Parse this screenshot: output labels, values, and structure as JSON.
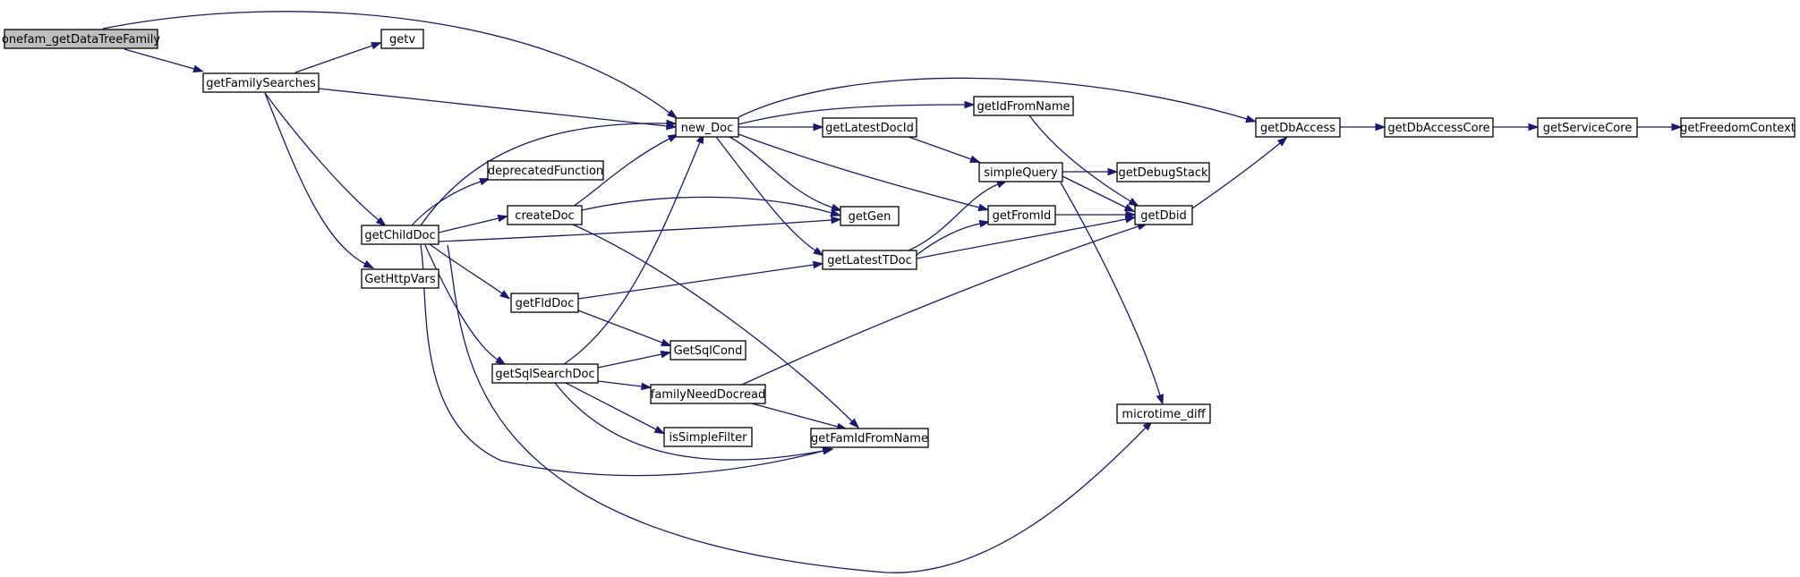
{
  "graph": {
    "nodes": [
      {
        "id": "n_onefam",
        "label": "onefam_getDataTreeFamily",
        "root": true
      },
      {
        "id": "n_getv",
        "label": "getv"
      },
      {
        "id": "n_getFamilySearches",
        "label": "getFamilySearches"
      },
      {
        "id": "n_new_Doc",
        "label": "new_Doc"
      },
      {
        "id": "n_getIdFromName",
        "label": "getIdFromName"
      },
      {
        "id": "n_getDbAccess",
        "label": "getDbAccess"
      },
      {
        "id": "n_getDbAccessCore",
        "label": "getDbAccessCore"
      },
      {
        "id": "n_getServiceCore",
        "label": "getServiceCore"
      },
      {
        "id": "n_getFreedomContext",
        "label": "getFreedomContext"
      },
      {
        "id": "n_getLatestDocId",
        "label": "getLatestDocId"
      },
      {
        "id": "n_deprecatedFunction",
        "label": "deprecatedFunction"
      },
      {
        "id": "n_simpleQuery",
        "label": "simpleQuery"
      },
      {
        "id": "n_getDebugStack",
        "label": "getDebugStack"
      },
      {
        "id": "n_createDoc",
        "label": "createDoc"
      },
      {
        "id": "n_getGen",
        "label": "getGen"
      },
      {
        "id": "n_getFromId",
        "label": "getFromId"
      },
      {
        "id": "n_getDbid",
        "label": "getDbid"
      },
      {
        "id": "n_getChildDoc",
        "label": "getChildDoc"
      },
      {
        "id": "n_getLatestTDoc",
        "label": "getLatestTDoc"
      },
      {
        "id": "n_GetHttpVars",
        "label": "GetHttpVars"
      },
      {
        "id": "n_getFldDoc",
        "label": "getFldDoc"
      },
      {
        "id": "n_GetSqlCond",
        "label": "GetSqlCond"
      },
      {
        "id": "n_getSqlSearchDoc",
        "label": "getSqlSearchDoc"
      },
      {
        "id": "n_familyNeedDocread",
        "label": "familyNeedDocread"
      },
      {
        "id": "n_microtime_diff",
        "label": "microtime_diff"
      },
      {
        "id": "n_isSimpleFilter",
        "label": "isSimpleFilter"
      },
      {
        "id": "n_getFamIdFromName",
        "label": "getFamIdFromName"
      }
    ],
    "edges": [
      {
        "from": "n_onefam",
        "to": "n_getFamilySearches"
      },
      {
        "from": "n_onefam",
        "to": "n_new_Doc"
      },
      {
        "from": "n_getFamilySearches",
        "to": "n_getv"
      },
      {
        "from": "n_getFamilySearches",
        "to": "n_new_Doc"
      },
      {
        "from": "n_getFamilySearches",
        "to": "n_getChildDoc"
      },
      {
        "from": "n_getFamilySearches",
        "to": "n_GetHttpVars"
      },
      {
        "from": "n_new_Doc",
        "to": "n_getIdFromName"
      },
      {
        "from": "n_new_Doc",
        "to": "n_getDbAccess"
      },
      {
        "from": "n_new_Doc",
        "to": "n_getLatestDocId"
      },
      {
        "from": "n_new_Doc",
        "to": "n_getGen"
      },
      {
        "from": "n_new_Doc",
        "to": "n_getFromId"
      },
      {
        "from": "n_new_Doc",
        "to": "n_getLatestTDoc"
      },
      {
        "from": "n_getIdFromName",
        "to": "n_getDbid"
      },
      {
        "from": "n_getDbAccess",
        "to": "n_getDbAccessCore"
      },
      {
        "from": "n_getDbAccessCore",
        "to": "n_getServiceCore"
      },
      {
        "from": "n_getServiceCore",
        "to": "n_getFreedomContext"
      },
      {
        "from": "n_getLatestDocId",
        "to": "n_simpleQuery"
      },
      {
        "from": "n_simpleQuery",
        "to": "n_getDebugStack"
      },
      {
        "from": "n_simpleQuery",
        "to": "n_getDbid"
      },
      {
        "from": "n_simpleQuery",
        "to": "n_microtime_diff"
      },
      {
        "from": "n_getFromId",
        "to": "n_getDbid"
      },
      {
        "from": "n_getDbid",
        "to": "n_getDbAccess"
      },
      {
        "from": "n_createDoc",
        "to": "n_new_Doc"
      },
      {
        "from": "n_createDoc",
        "to": "n_getGen"
      },
      {
        "from": "n_createDoc",
        "to": "n_getFamIdFromName"
      },
      {
        "from": "n_getChildDoc",
        "to": "n_new_Doc"
      },
      {
        "from": "n_getChildDoc",
        "to": "n_deprecatedFunction"
      },
      {
        "from": "n_getChildDoc",
        "to": "n_createDoc"
      },
      {
        "from": "n_getChildDoc",
        "to": "n_getGen"
      },
      {
        "from": "n_getChildDoc",
        "to": "n_getFldDoc"
      },
      {
        "from": "n_getChildDoc",
        "to": "n_getSqlSearchDoc"
      },
      {
        "from": "n_getChildDoc",
        "to": "n_getFamIdFromName"
      },
      {
        "from": "n_getChildDoc",
        "to": "n_microtime_diff"
      },
      {
        "from": "n_getLatestTDoc",
        "to": "n_simpleQuery"
      },
      {
        "from": "n_getLatestTDoc",
        "to": "n_getFromId"
      },
      {
        "from": "n_getLatestTDoc",
        "to": "n_getDbid"
      },
      {
        "from": "n_getFldDoc",
        "to": "n_getLatestTDoc"
      },
      {
        "from": "n_getFldDoc",
        "to": "n_GetSqlCond"
      },
      {
        "from": "n_getSqlSearchDoc",
        "to": "n_new_Doc"
      },
      {
        "from": "n_getSqlSearchDoc",
        "to": "n_GetSqlCond"
      },
      {
        "from": "n_getSqlSearchDoc",
        "to": "n_familyNeedDocread"
      },
      {
        "from": "n_getSqlSearchDoc",
        "to": "n_isSimpleFilter"
      },
      {
        "from": "n_getSqlSearchDoc",
        "to": "n_getFamIdFromName"
      },
      {
        "from": "n_familyNeedDocread",
        "to": "n_getDbid"
      },
      {
        "from": "n_familyNeedDocread",
        "to": "n_getFamIdFromName"
      }
    ]
  }
}
